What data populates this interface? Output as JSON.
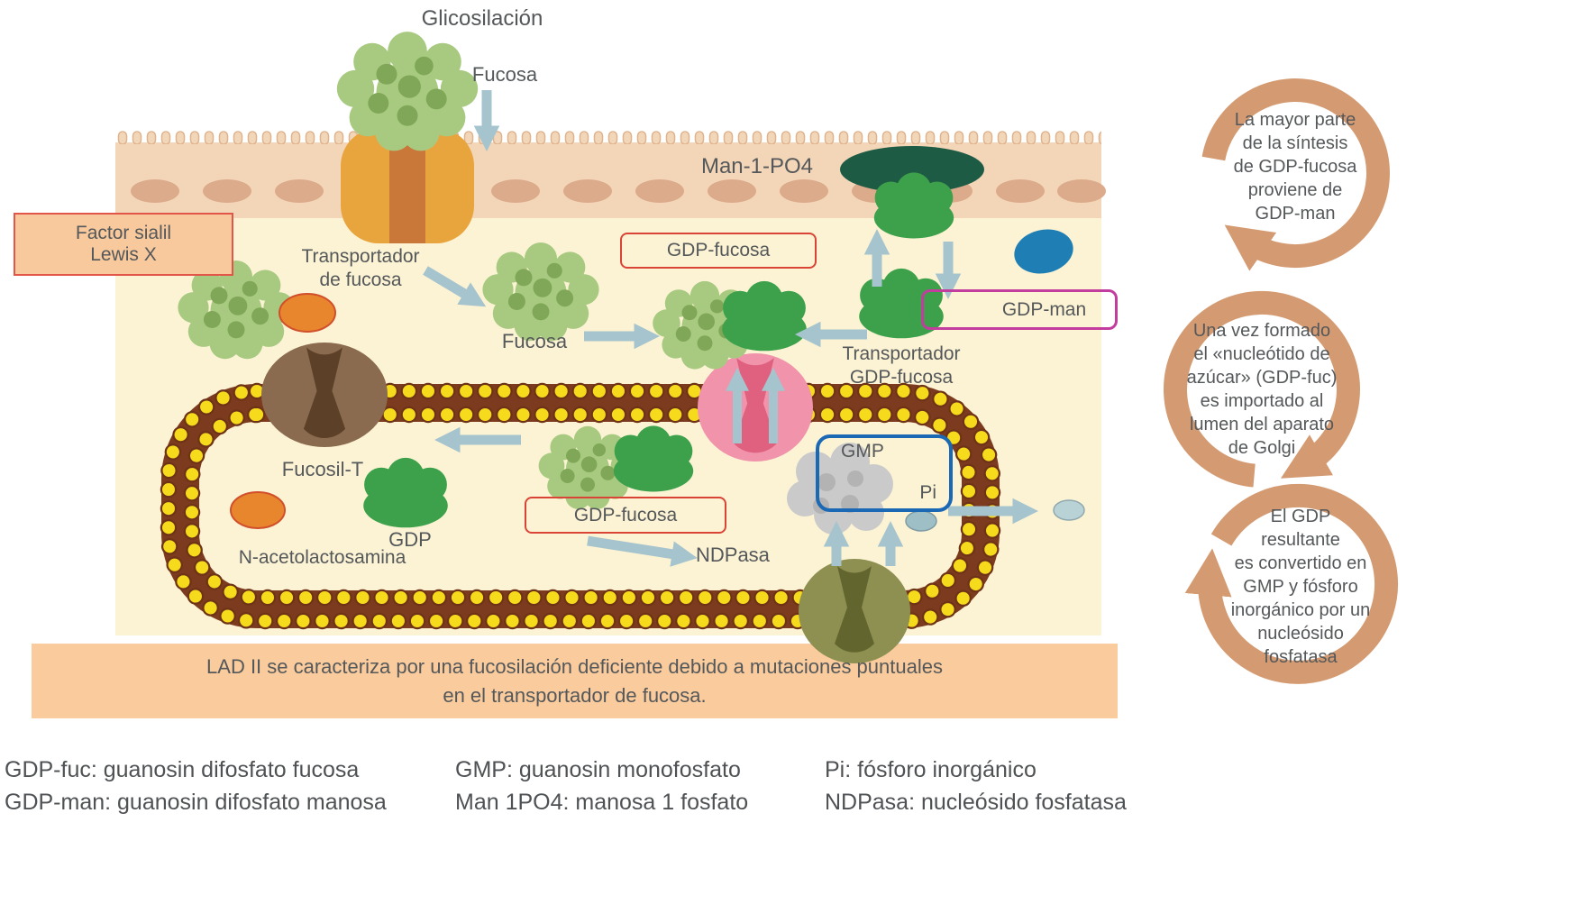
{
  "title": "Glicosilación",
  "labels": {
    "fucosa_top": "Fucosa",
    "man_1_po4": "Man-1-PO4",
    "factor_sialil": "Factor sialil\nLewis X",
    "transportador_fucosa": "Transportador\nde fucosa",
    "fucosa_mid": "Fucosa",
    "gdp_fucosa_cytosol": "GDP-fucosa",
    "gdp_man": "GDP-man",
    "transportador_gdp_fucosa": "Transportador\nGDP-fucosa",
    "fucosil_t": "Fucosil-T",
    "gdp": "GDP",
    "n_acetolactosamina": "N-acetolactosamina",
    "gdp_fucosa_golgi": "GDP-fucosa",
    "ndpasa": "NDPasa",
    "gmp": "GMP",
    "pi": "Pi"
  },
  "banner": "LAD II se caracteriza por una fucosilación deficiente debido a mutaciones puntuales\nen el transportador de fucosa.",
  "cycle_notes": [
    "La mayor parte\nde la síntesis\nde GDP-fucosa\nproviene de\nGDP-man",
    "Una vez formado\nel «nucleótido de\nazúcar» (GDP-fuc)\nes importado al\nlumen del aparato\nde Golgi",
    "El GDP\nresultante\nes convertido en\nGMP y fósforo\ninorgánico por un\nnucleósido\nfosfatasa"
  ],
  "legend": {
    "col1": [
      "GDP-fuc: guanosin difosfato fucosa",
      "GDP-man: guanosin difosfato manosa"
    ],
    "col2": [
      "GMP: guanosin monofosfato",
      "Man 1PO4: manosa 1 fosfato"
    ],
    "col3": [
      "Pi: fósforo inorgánico",
      "NDPasa: nucleósido fosfatasa"
    ]
  },
  "colors": {
    "membrane": "#F3D6B8",
    "membrane_oval": "#DCAB8C",
    "cytoplasm": "#FCF3D4",
    "banner_bg": "#F9CB9D",
    "golgi_brown": "#7C3A1E",
    "golgi_bead_yellow": "#F6DA1C",
    "glycan_green_light": "#A8CA80",
    "glycan_green_dark": "#7FA757",
    "protein_green": "#3DA14B",
    "dark_green": "#1E5B44",
    "orange_transporter": "#E9A53D",
    "pink_transporter": "#F093AB",
    "brown_enzyme": "#8A6B4F",
    "olive_enzyme": "#8E9052",
    "arrow_blue": "#A6C4CD",
    "cycle_arrow_tan": "#D49B72",
    "red_box_border": "#D94436",
    "magenta_box_border": "#C23D9E",
    "blue_box_border": "#1B69B5",
    "text": "#55585A"
  }
}
